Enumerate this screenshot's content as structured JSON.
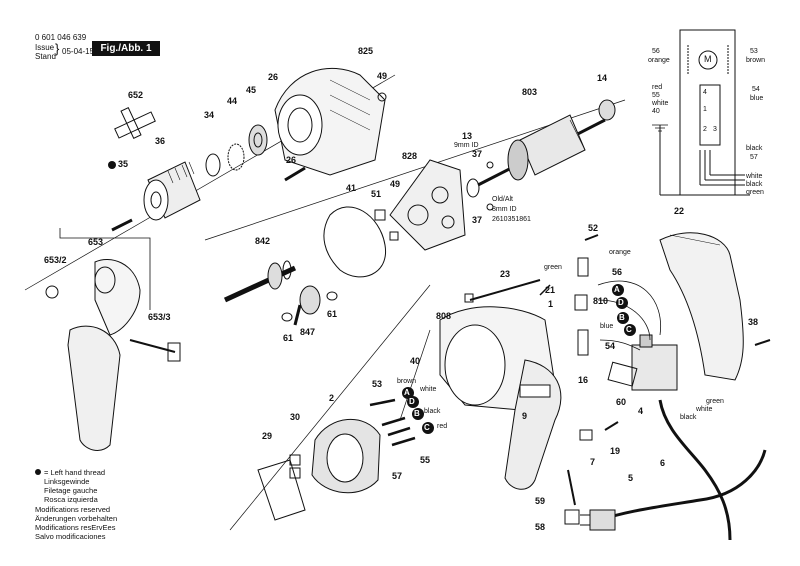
{
  "header": {
    "part_number": "0 601 046 639",
    "issue_label_1": "Issue",
    "issue_label_2": "Stand",
    "issue_date": "05-04-15",
    "figure": "Fig./Abb. 1"
  },
  "legend_left_hand": [
    "= Left hand thread",
    "Linksgewinde",
    "Filetage gauche",
    "Rosca izquierda"
  ],
  "legend_mods": [
    "Modifications reserved",
    "Änderungen vorbehalten",
    "Modifications resErvEes",
    "Salvo modificaciones"
  ],
  "callouts": {
    "c825": "825",
    "c49a": "49",
    "c26a": "26",
    "c45": "45",
    "c44": "44",
    "c34": "34",
    "c36": "36",
    "c652": "652",
    "c35": "35",
    "c26b": "26",
    "c803": "803",
    "c14": "14",
    "c13": "13",
    "c9mm": "9mm ID",
    "c37a": "37",
    "c37b": "37",
    "c828": "828",
    "c49b": "49",
    "c51": "51",
    "c41": "41",
    "c842": "842",
    "c61a": "61",
    "c847": "847",
    "c61b": "61",
    "c653": "653",
    "c6532": "653/2",
    "c6533": "653/3",
    "cold": "Old/Alt",
    "c8mm": "8mm ID",
    "cpn": "2610351861",
    "c52": "52",
    "corange": "orange",
    "c56": "56",
    "c23": "23",
    "cgreen": "green",
    "c21": "21",
    "c810": "810",
    "c808": "808",
    "c1": "1",
    "cblue": "blue",
    "c54": "54",
    "c16": "16",
    "c60": "60",
    "c4": "4",
    "c22": "22",
    "c38": "38",
    "cgreen2": "green",
    "cwhite2": "white",
    "cblack2": "black",
    "c40": "40",
    "c53": "53",
    "cbrown": "brown",
    "cwhite": "white",
    "cblack": "black",
    "cred": "red",
    "c57": "57",
    "c55": "55",
    "c2": "2",
    "c30": "30",
    "c29": "29",
    "c9": "9",
    "c7": "7",
    "c19": "19",
    "c6": "6",
    "c5": "5",
    "c59": "59",
    "c58": "58"
  },
  "wiring": {
    "l56": "56",
    "orange": "orange",
    "l53": "53",
    "brown": "brown",
    "red": "red",
    "l55": "55",
    "white": "white",
    "l40": "40",
    "l54": "54",
    "blue": "blue",
    "black": "black",
    "l57": "57",
    "white_out": "white",
    "black_out": "black",
    "green_out": "green",
    "term_top": "4",
    "term_1": "1",
    "term_2": "2",
    "term_3": "3",
    "motor": "M"
  },
  "markers": {
    "A": "A",
    "B": "B",
    "C": "C",
    "D": "D"
  }
}
